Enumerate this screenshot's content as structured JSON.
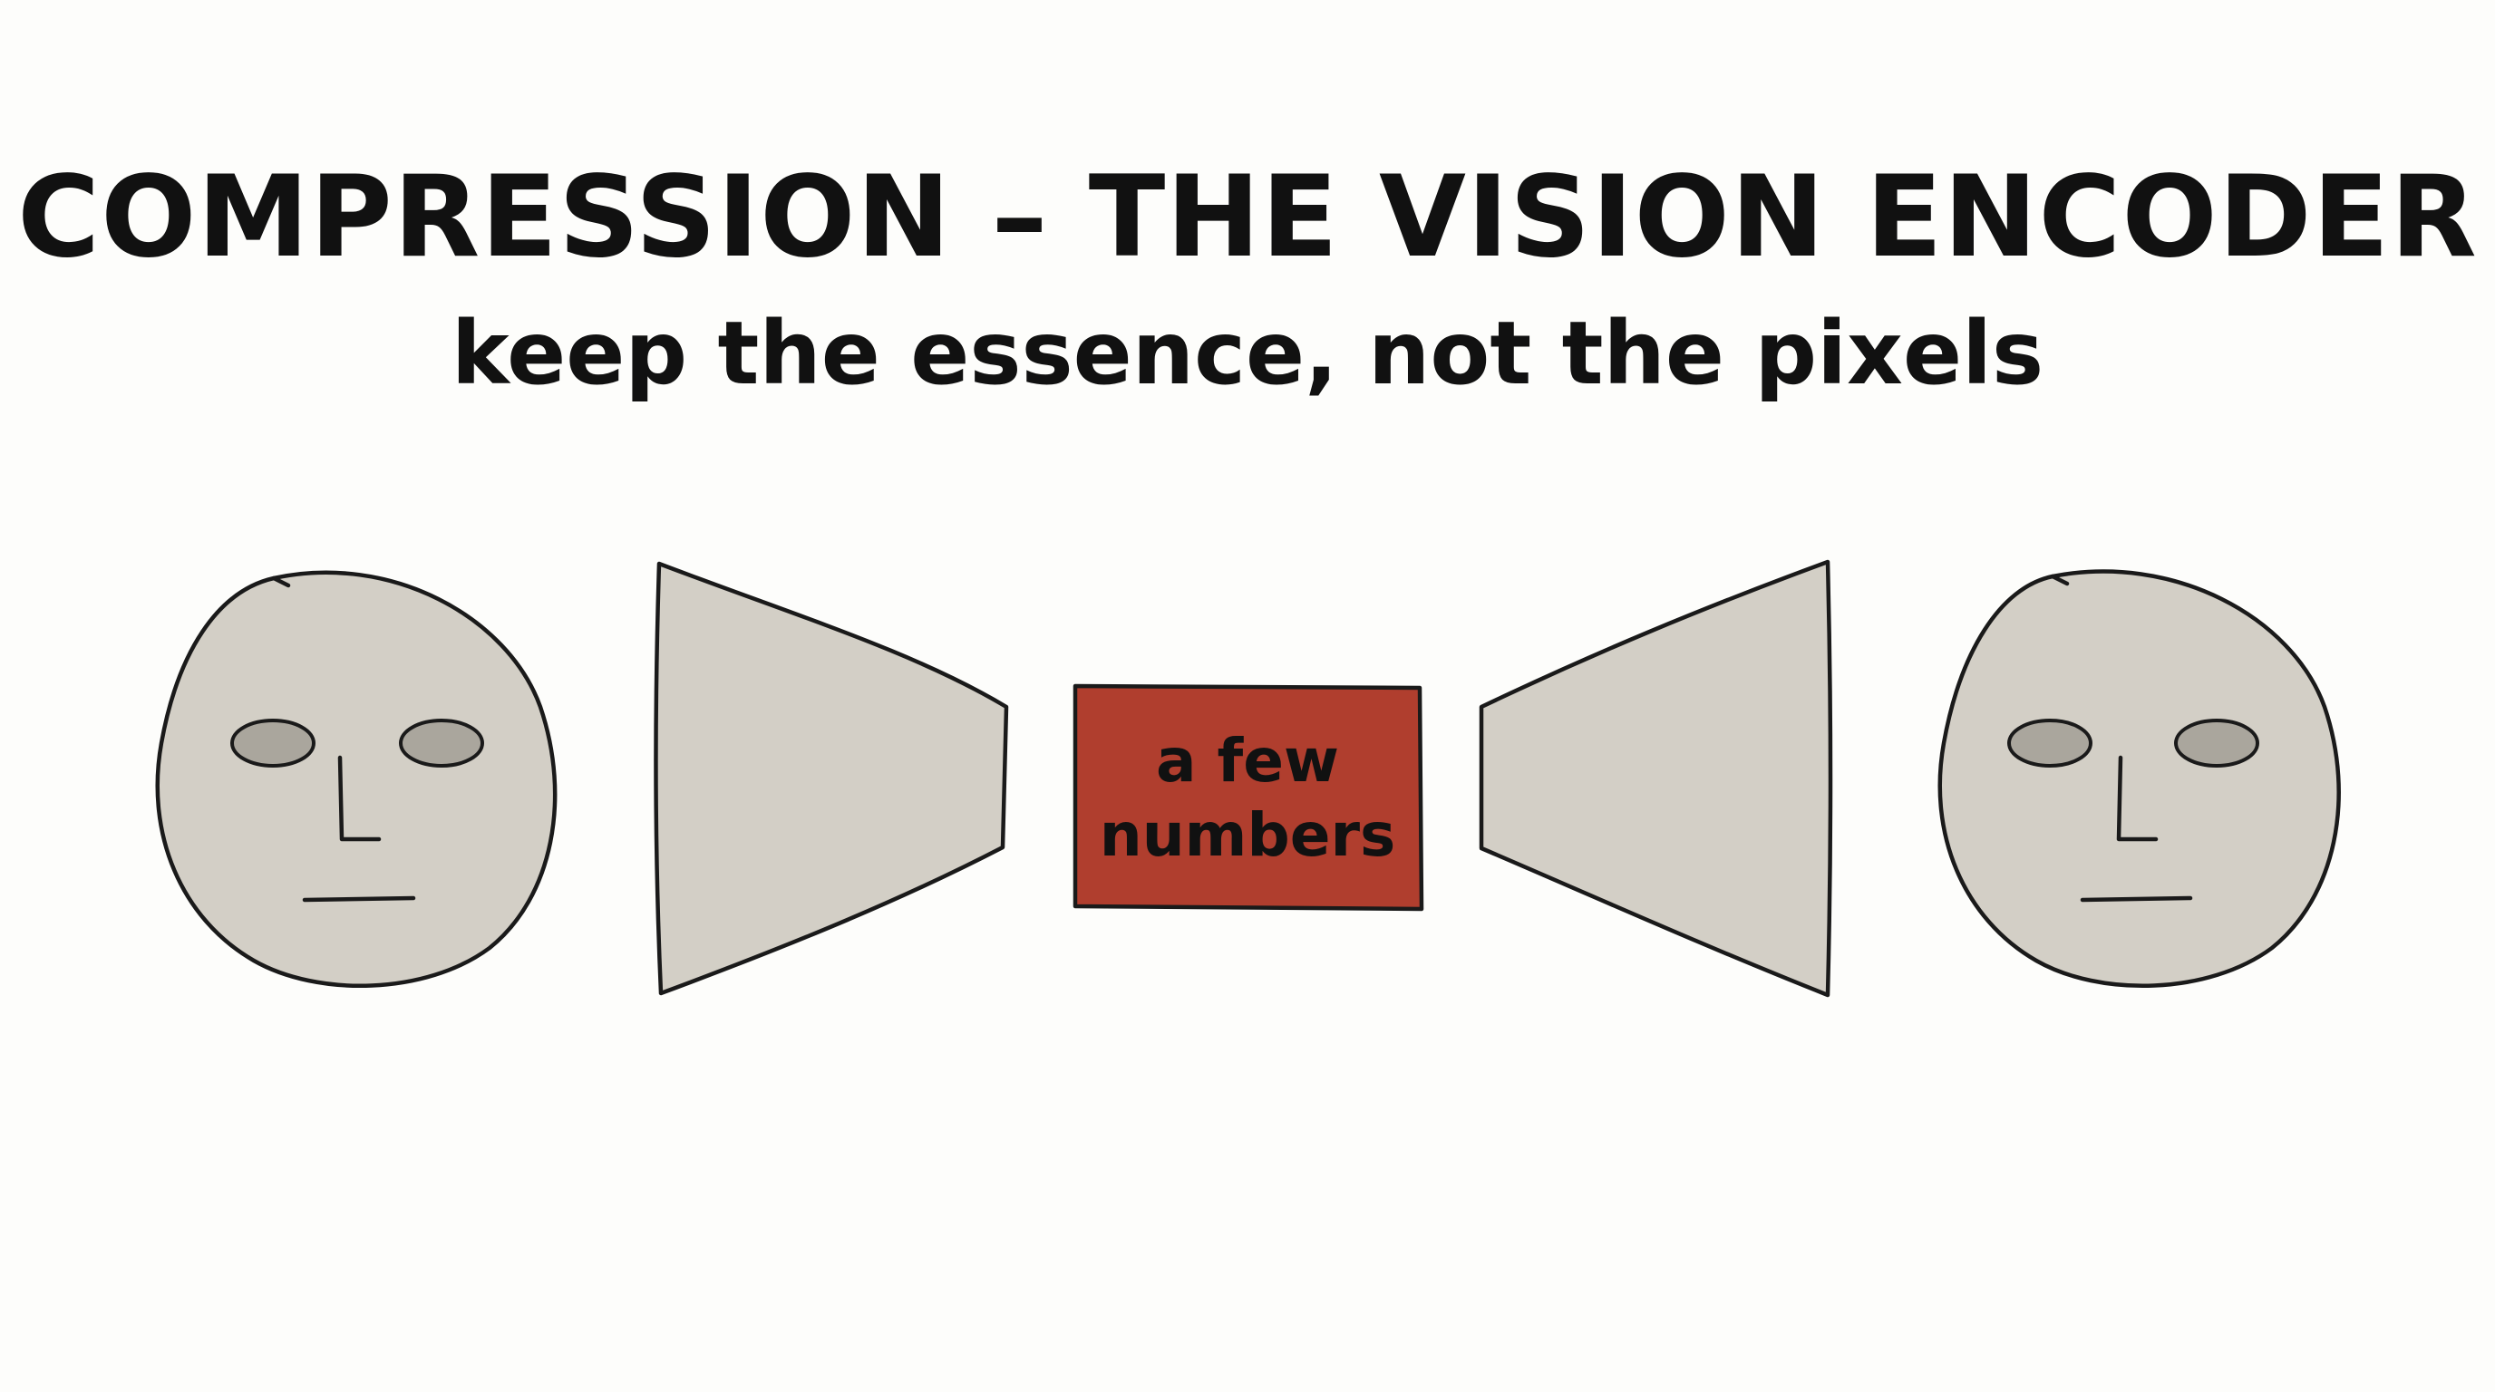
{
  "header": {
    "title": "COMPRESSION – THE VISION ENCODER",
    "subtitle": "keep the essence, not the pixels"
  },
  "diagram": {
    "latent_label_line1": "a few",
    "latent_label_line2": "numbers",
    "colors": {
      "background": "#fdfdfb",
      "face_fill": "#d3cfc6",
      "eye_fill": "#aaa69d",
      "funnel_fill": "#d3cfc6",
      "latent_fill": "#b03e2e",
      "outline": "#1a1a1a"
    }
  }
}
